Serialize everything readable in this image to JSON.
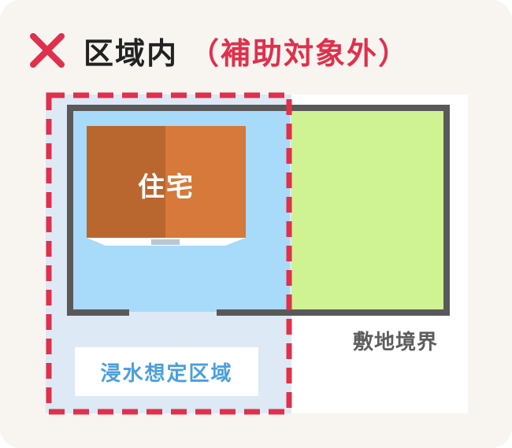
{
  "header": {
    "icon": "close-icon",
    "icon_color": "#e0304c",
    "title": "区域内",
    "note": "（補助対象外）"
  },
  "diagram": {
    "house_label": "住宅",
    "flood_zone_label": "浸水想定区域",
    "property_boundary_label": "敷地境界"
  },
  "colors": {
    "background": "#f8f5f1",
    "flood_zone_fill": "#dde9f4",
    "flood_zone_border": "#e0304c",
    "inside_lot_flooded": "#a8daf9",
    "garden": "#cff293",
    "wall": "#595959",
    "house_left": "#b9662f",
    "house_right": "#d6793a"
  }
}
